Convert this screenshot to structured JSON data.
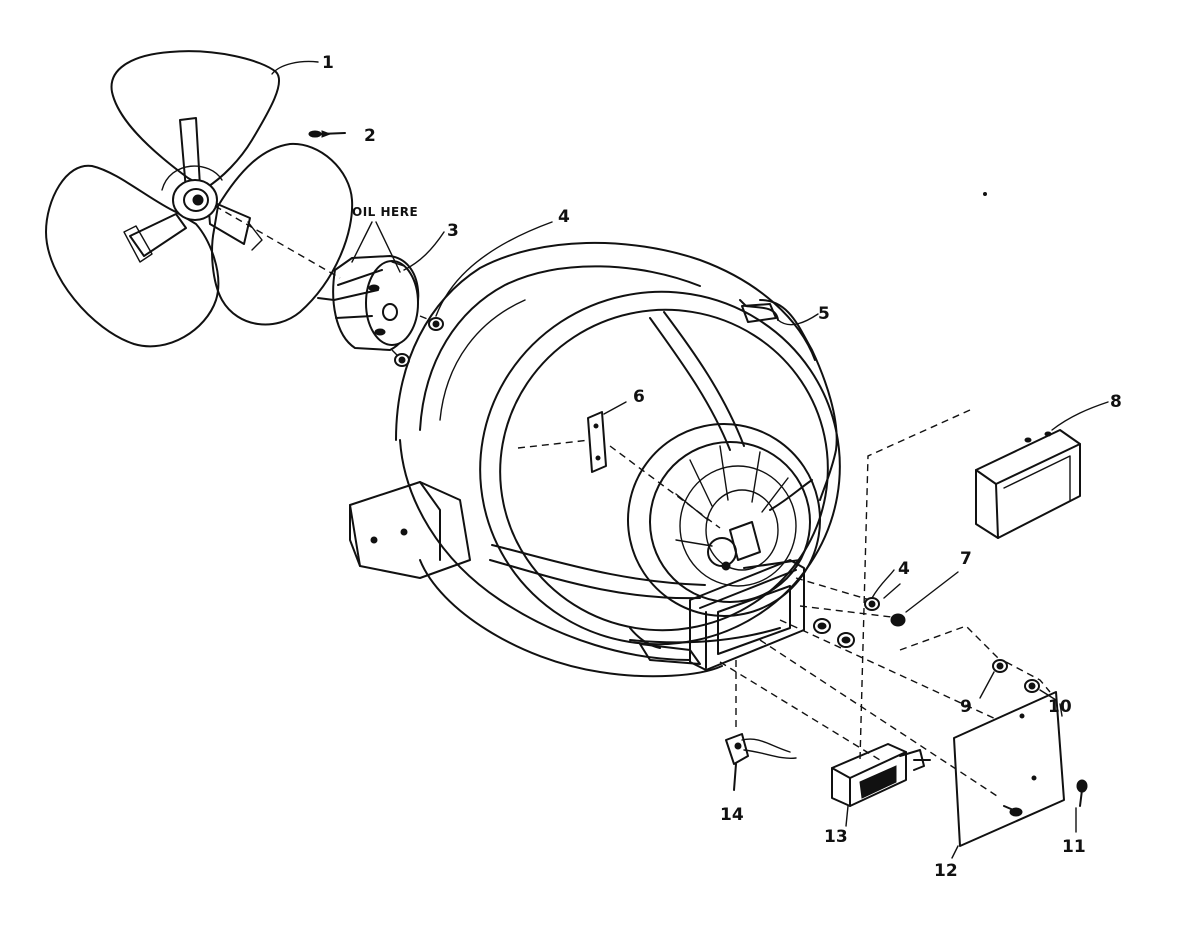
{
  "diagram": {
    "note": "OIL HERE",
    "callouts": [
      {
        "id": "1",
        "label": "1"
      },
      {
        "id": "2",
        "label": "2"
      },
      {
        "id": "3",
        "label": "3"
      },
      {
        "id": "4a",
        "label": "4"
      },
      {
        "id": "5",
        "label": "5"
      },
      {
        "id": "6",
        "label": "6"
      },
      {
        "id": "8",
        "label": "8"
      },
      {
        "id": "4b",
        "label": "4"
      },
      {
        "id": "7",
        "label": "7"
      },
      {
        "id": "9",
        "label": "9"
      },
      {
        "id": "10",
        "label": "10"
      },
      {
        "id": "14",
        "label": "14"
      },
      {
        "id": "13",
        "label": "13"
      },
      {
        "id": "12",
        "label": "12"
      },
      {
        "id": "11",
        "label": "11"
      }
    ]
  }
}
